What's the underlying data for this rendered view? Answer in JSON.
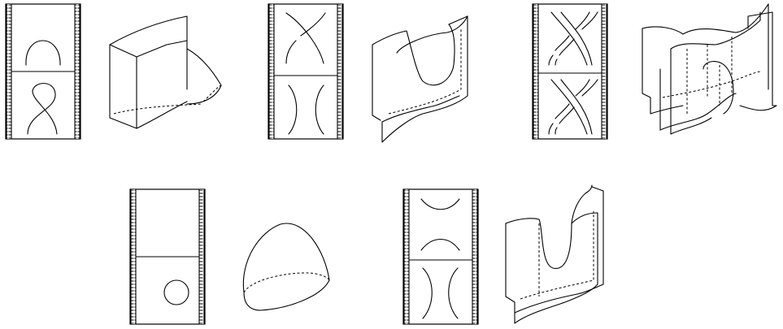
{
  "figure": {
    "background": "#ffffff",
    "stroke_color": "#000000",
    "panels": [
      {
        "id": "saddle-cap-move",
        "kind": "movie-and-surface"
      },
      {
        "id": "reidemeister-saddle-move",
        "kind": "movie-and-surface"
      },
      {
        "id": "crossing-exchange-move",
        "kind": "movie-and-surface"
      },
      {
        "id": "birth-circle-move",
        "kind": "movie-and-surface"
      },
      {
        "id": "double-saddle-move",
        "kind": "movie-and-surface"
      }
    ]
  }
}
